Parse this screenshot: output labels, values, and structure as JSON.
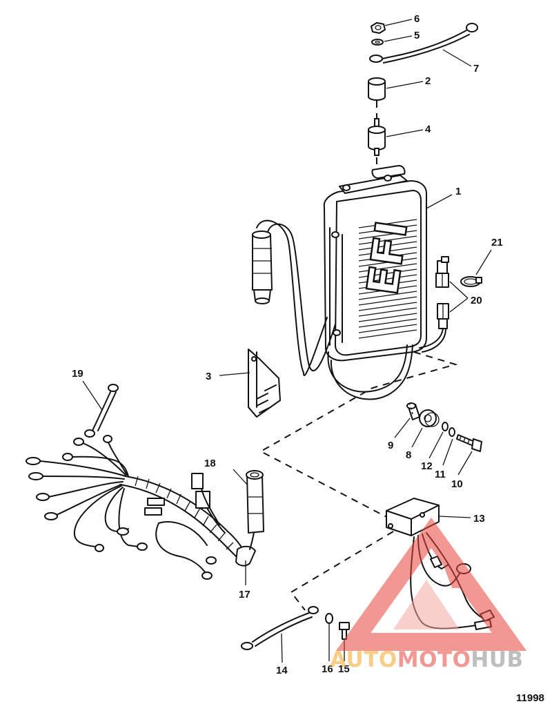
{
  "diagram": {
    "callouts": [
      {
        "id": "c6",
        "text": "6"
      },
      {
        "id": "c5",
        "text": "5"
      },
      {
        "id": "c7",
        "text": "7"
      },
      {
        "id": "c2",
        "text": "2"
      },
      {
        "id": "c4",
        "text": "4"
      },
      {
        "id": "c1",
        "text": "1"
      },
      {
        "id": "c21",
        "text": "21"
      },
      {
        "id": "c20",
        "text": "20"
      },
      {
        "id": "c3",
        "text": "3"
      },
      {
        "id": "c19",
        "text": "19"
      },
      {
        "id": "c9",
        "text": "9"
      },
      {
        "id": "c8",
        "text": "8"
      },
      {
        "id": "c12",
        "text": "12"
      },
      {
        "id": "c11",
        "text": "11"
      },
      {
        "id": "c10",
        "text": "10"
      },
      {
        "id": "c13",
        "text": "13"
      },
      {
        "id": "c18",
        "text": "18"
      },
      {
        "id": "c17",
        "text": "17"
      },
      {
        "id": "c14",
        "text": "14"
      },
      {
        "id": "c16",
        "text": "16"
      },
      {
        "id": "c15",
        "text": "15"
      }
    ],
    "module_lettering": "EFI",
    "figure_number": "11998"
  },
  "watermark": {
    "part1": "AUTO",
    "part2": "MOTO",
    "part3": "HUB",
    "colors": {
      "red": "#e8453c",
      "orange": "#f5a623",
      "gray": "#8a8a8a"
    }
  }
}
